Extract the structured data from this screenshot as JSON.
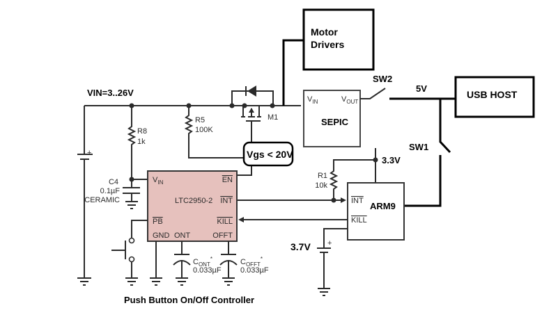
{
  "title": "Push Button On/Off  Controller",
  "supply": {
    "vin_label": "VIN=3..26V"
  },
  "components": {
    "r8": {
      "ref": "R8",
      "value": "1k"
    },
    "r5": {
      "ref": "R5",
      "value": "100K"
    },
    "r1": {
      "ref": "R1",
      "value": "10k"
    },
    "c4": {
      "ref": "C4",
      "value": "0.1µF",
      "type": "CERAMIC"
    },
    "m1": {
      "ref": "M1"
    },
    "cont": {
      "ref": "C",
      "sub": "ONT",
      "star": "*",
      "value": "0.033µF"
    },
    "cofft": {
      "ref": "C",
      "sub": "OFFT",
      "star": "*",
      "value": "0.033µF"
    },
    "battery_main_polarity": "+",
    "battery_37_polarity": "+"
  },
  "vgs_note": "Vgs < 20V",
  "ltc": {
    "name": "LTC2950-2",
    "pins": {
      "vin": "V",
      "vin_sub": "IN",
      "en": "EN",
      "int": "INT",
      "kill": "KILL",
      "pb": "PB",
      "gnd": "GND",
      "ont": "ONT",
      "offt": "OFFT"
    }
  },
  "sepic": {
    "name": "SEPIC",
    "vin": "V",
    "vin_sub": "IN",
    "vout": "V",
    "vout_sub": "OUT"
  },
  "motor": {
    "line1": "Motor",
    "line2": "Drivers"
  },
  "usb": {
    "name": "USB HOST"
  },
  "arm": {
    "name": "ARM9",
    "int": "INT",
    "kill": "KILL"
  },
  "labels": {
    "sw1": "SW1",
    "sw2": "SW2",
    "v5": "5V",
    "v33": "3.3V",
    "v37": "3.7V"
  },
  "colors": {
    "chip_fill": "#e6c1bd",
    "wire": "#2a2a2a"
  }
}
